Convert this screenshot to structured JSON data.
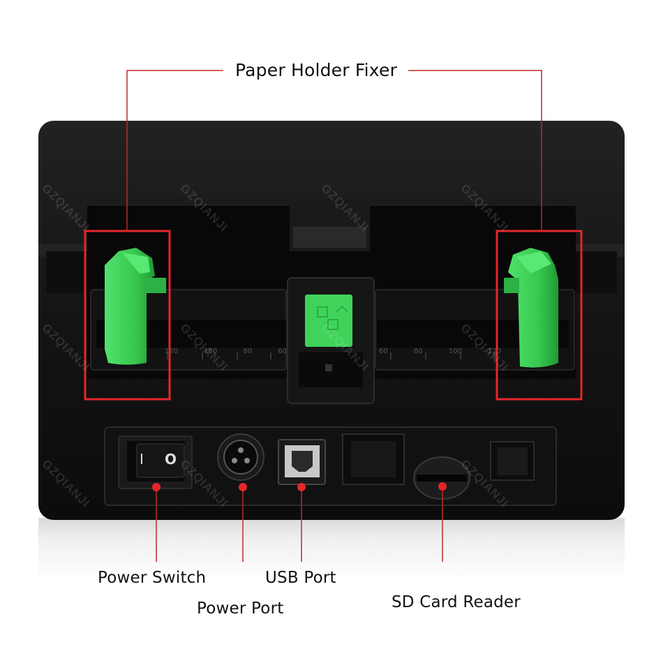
{
  "title": "Paper Holder Fixer",
  "callouts": {
    "power_switch": "Power Switch",
    "power_port": "Power Port",
    "usb_port": "USB Port",
    "sd_card_reader": "SD Card Reader"
  },
  "watermark": "GZQIANJI",
  "switch_marks": {
    "on": "I",
    "off": "O"
  },
  "ruler_left": [
    "120",
    "100",
    "80",
    "60"
  ],
  "ruler_right": [
    "60",
    "80",
    "100",
    "120"
  ],
  "colors": {
    "callout_line": "#c0282a",
    "highlight_box": "#e4262a",
    "holder_green": "#3fd35a",
    "printer_body": "#151515"
  }
}
